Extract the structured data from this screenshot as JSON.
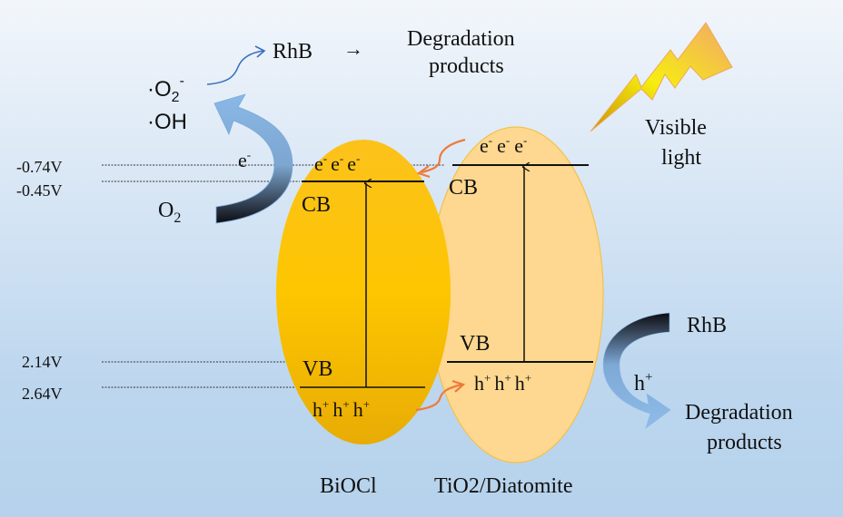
{
  "title": "BiOCl / TiO2-Diatomite heterojunction photocatalytic mechanism",
  "colors": {
    "biocl_fill": "#fcc30a",
    "tio2_fill": "#fed78f",
    "tio2_edge": "#f5c04a",
    "transfer_arrow": "#ee7b3a",
    "blue_arrow": "#7fb0e0",
    "small_blue_arrow": "#3a6fc0"
  },
  "potentials": {
    "cb_tio2": "-0.74V",
    "cb_biocl": "-0.45V",
    "vb_tio2": "2.14V",
    "vb_biocl": "2.64V"
  },
  "biocl": {
    "name": "BiOCl",
    "cb_label": "CB",
    "vb_label": "VB",
    "electrons": [
      "e",
      "e",
      "e"
    ],
    "holes": [
      "h",
      "h",
      "h"
    ],
    "electron_sup": "-",
    "hole_sup": "+"
  },
  "tio2": {
    "name_prefix": "TiO",
    "name_sub": "2",
    "name_suffix": "/Diatomite",
    "cb_label": "CB",
    "vb_label": "VB",
    "electrons": [
      "e",
      "e",
      "e"
    ],
    "holes": [
      "h",
      "h",
      "h"
    ],
    "electron_sup": "-",
    "hole_sup": "+"
  },
  "oxidation_top": {
    "superoxide": "·O",
    "superoxide_sub": "2",
    "superoxide_sup": "-",
    "hydroxyl": "·OH",
    "oxygen": "O",
    "oxygen_sub": "2",
    "electron": "e",
    "electron_sup": "-",
    "rhb": "RhB",
    "arrow": "→",
    "products_line1": "Degradation",
    "products_line2": "products"
  },
  "oxidation_right": {
    "rhb": "RhB",
    "hole": "h",
    "hole_sup": "+",
    "products_line1": "Degradation",
    "products_line2": "products"
  },
  "light": {
    "line1": "Visible",
    "line2": "light"
  }
}
